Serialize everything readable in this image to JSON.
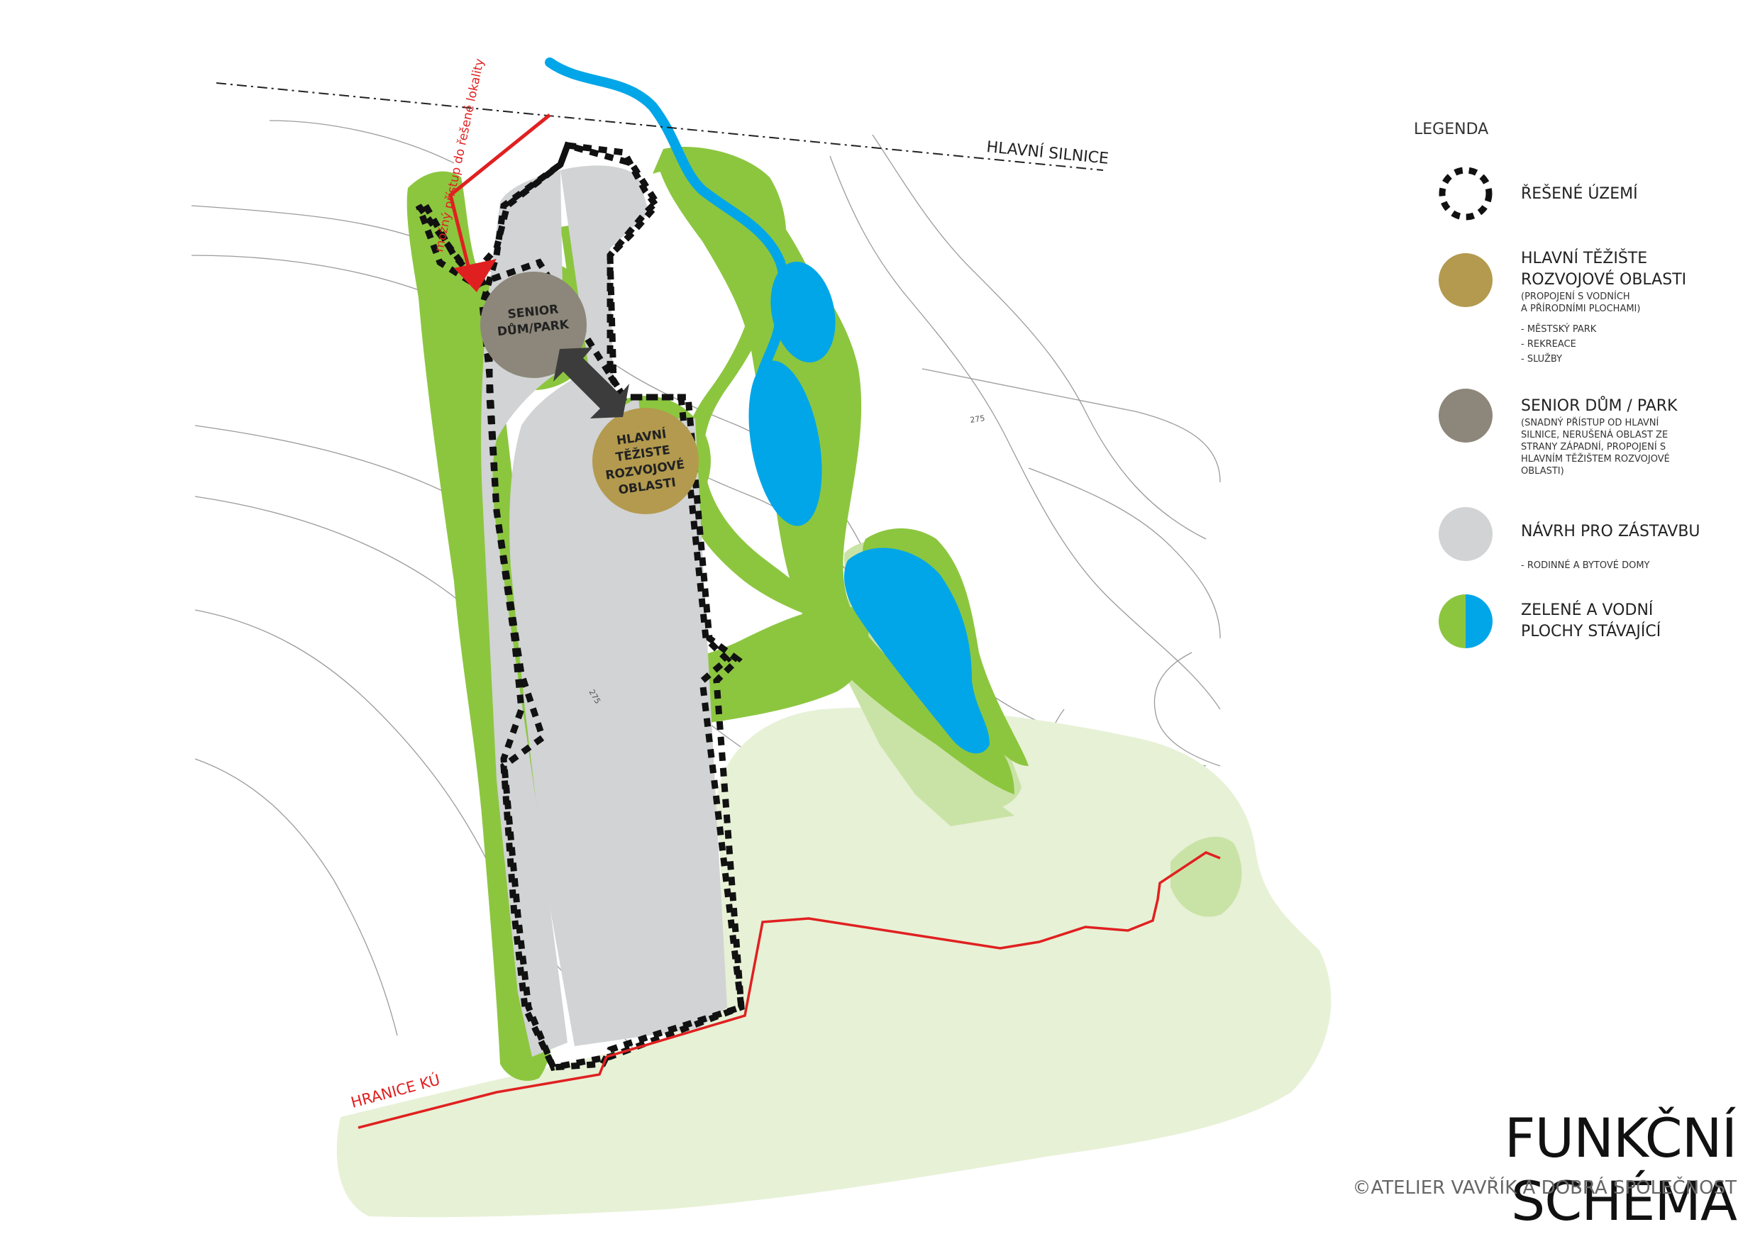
{
  "map": {
    "road_label": "HLAVNÍ SILNICE",
    "border_label": "HRANICE KÚ",
    "access_label": "možný přístup do řešené lokality",
    "contour_label": "275",
    "zones": {
      "senior_line1": "SENIOR",
      "senior_line2": "DŮM/PARK",
      "center_line1": "HLAVNÍ",
      "center_line2": "TĚŽISTE",
      "center_line3": "ROZVOJOVÉ",
      "center_line4": "OBLASTI"
    }
  },
  "legend": {
    "title": "LEGENDA",
    "items": [
      {
        "label": "ŘEŠENÉ ÚZEMÍ",
        "symbol": "dotted-circle",
        "color": "#111111"
      },
      {
        "label": "HLAVNÍ TĚŽIŠTE\nROZVOJOVÉ OBLASTI",
        "note": "(PROPOJENÍ S VODNÍCH\nA PŘÍRODNÍMI PLOCHAMI)",
        "list": "- MĚSTSKÝ PARK\n- REKREACE\n- SLUŽBY",
        "color": "#b39a4e"
      },
      {
        "label": "SENIOR DŮM / PARK",
        "note": "(SNADNÝ PŘÍSTUP OD HLAVNÍ\nSILNICE, NERUŠENÁ OBLAST ZE\nSTRANY ZÁPADNÍ, PROPOJENÍ S\nHLAVNÍM TĚŽIŠTEM ROZVOJOVÉ\nOBLASTI)",
        "color": "#8c877a"
      },
      {
        "label": "NÁVRH PRO ZÁSTAVBU",
        "list": "-  RODINNÉ A BYTOVÉ DOMY",
        "color": "#d1d3d4"
      },
      {
        "label": "ZELENÉ A VODNÍ\nPLOCHY STÁVAJÍCÍ",
        "color_green": "#8cc63f",
        "color_blue": "#00a6e8"
      }
    ]
  },
  "title": "FUNKČNÍ SCHÉMA",
  "copyright": "©ATELIER VAVŘÍK A DOBRÁ SPOLEČNOST",
  "colors": {
    "green": "#8cc63f",
    "light_green": "#c9e3a6",
    "pale_green": "#e7f1d6",
    "water": "#00a6e8",
    "build": "#d1d3d4",
    "senior": "#8c877a",
    "center": "#b39a4e",
    "red": "#e02020",
    "boundary": "#111111"
  }
}
